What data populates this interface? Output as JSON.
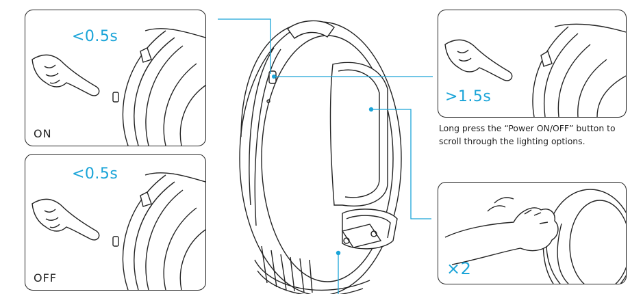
{
  "panel_on": {
    "timing": "<0.5s",
    "state": "ON"
  },
  "panel_off": {
    "timing": "<0.5s",
    "state": "OFF"
  },
  "panel_long_press": {
    "timing": ">1.5s"
  },
  "caption": "Long press the “Power ON/OFF” button to scroll through the lighting options.",
  "panel_tap": {
    "count": "×2"
  },
  "colors": {
    "accent": "#1aa4d8",
    "line": "#222222"
  }
}
